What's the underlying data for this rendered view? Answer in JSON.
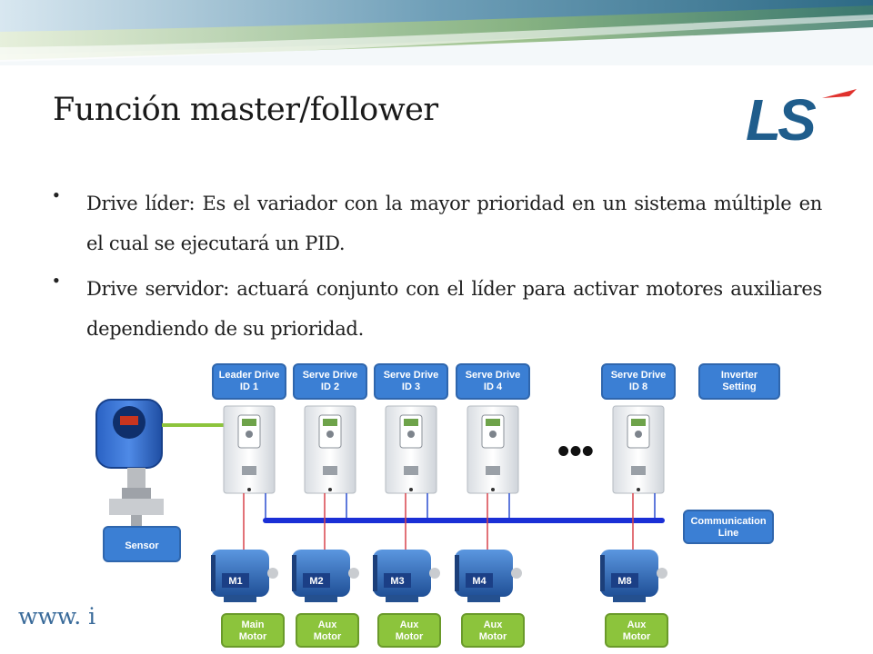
{
  "slide": {
    "title": "Función master/follower",
    "logo_text": "LS",
    "footer_url": "www. i",
    "bullets": [
      {
        "text": "Drive líder: Es el variador con la mayor prioridad en un sistema múltiple en el cual se ejecutará un PID."
      },
      {
        "text": "Drive servidor: actuará conjunto con el líder para activar motores auxiliares dependiendo de su prioridad."
      }
    ]
  },
  "diagram": {
    "drives": [
      {
        "line1": "Leader Drive",
        "line2": "ID 1"
      },
      {
        "line1": "Serve Drive",
        "line2": "ID 2"
      },
      {
        "line1": "Serve Drive",
        "line2": "ID 3"
      },
      {
        "line1": "Serve Drive",
        "line2": "ID 4"
      },
      {
        "line1": "Serve Drive",
        "line2": "ID 8"
      }
    ],
    "inverter_setting": {
      "line1": "Inverter",
      "line2": "Setting"
    },
    "communication_line": {
      "line1": "Communication",
      "line2": "Line"
    },
    "sensor": "Sensor",
    "ellipsis": "•••",
    "motors": [
      {
        "tag": "M1",
        "line1": "Main",
        "line2": "Motor"
      },
      {
        "tag": "M2",
        "line1": "Aux",
        "line2": "Motor"
      },
      {
        "tag": "M3",
        "line1": "Aux",
        "line2": "Motor"
      },
      {
        "tag": "M4",
        "line1": "Aux",
        "line2": "Motor"
      },
      {
        "tag": "M8",
        "line1": "Aux",
        "line2": "Motor"
      }
    ]
  },
  "colors": {
    "label_blue": "#3b7fd4",
    "label_border": "#2f66ad",
    "motor_label_green": "#8cc43c",
    "motor_label_border": "#6a9a2a",
    "comm_bus": "#1a2fd6",
    "sensor_link": "#8cc43c",
    "logo_blue": "#1f5d8c",
    "logo_red": "#e0312d",
    "motor_blue": "#2f6fc0"
  }
}
